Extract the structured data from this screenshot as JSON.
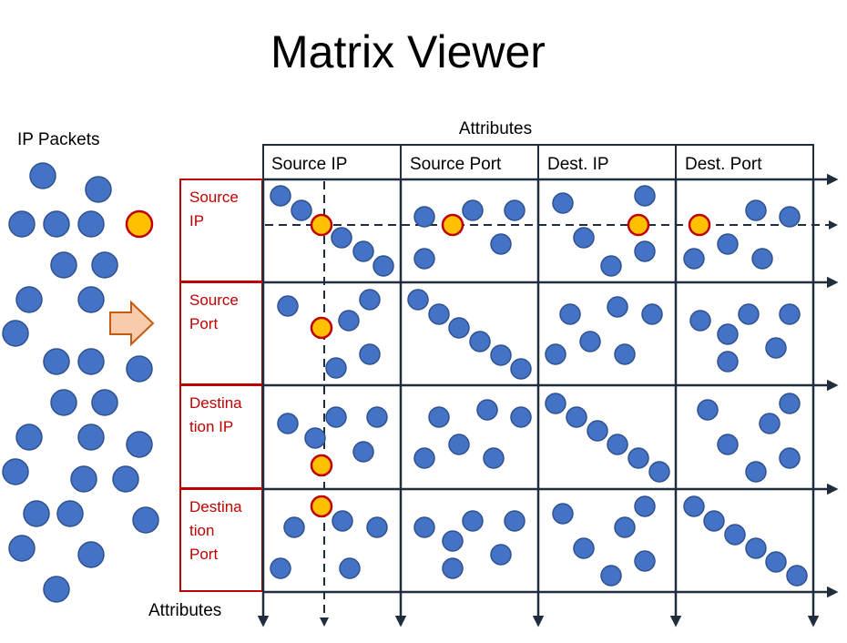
{
  "title": "Matrix Viewer",
  "packets_label": "IP Packets",
  "top_axis_label": "Attributes",
  "left_axis_label": "Attributes",
  "column_headers": [
    "Source IP",
    "Source Port",
    "Dest. IP",
    "Dest. Port"
  ],
  "row_headers": [
    [
      "Source",
      "IP"
    ],
    [
      "Source",
      "Port"
    ],
    [
      "Destina",
      "tion IP"
    ],
    [
      "Destina",
      "tion",
      "Port"
    ]
  ],
  "colors": {
    "dot_fill": "#4472c4",
    "dot_stroke": "#2f528f",
    "highlight_fill": "#ffc000",
    "highlight_stroke": "#c00000",
    "grid_line": "#1f2d3d",
    "row_header_border": "#c00000",
    "row_header_text": "#c00000",
    "arrow_fill": "#f8cbad",
    "arrow_stroke": "#c55a11"
  }
}
